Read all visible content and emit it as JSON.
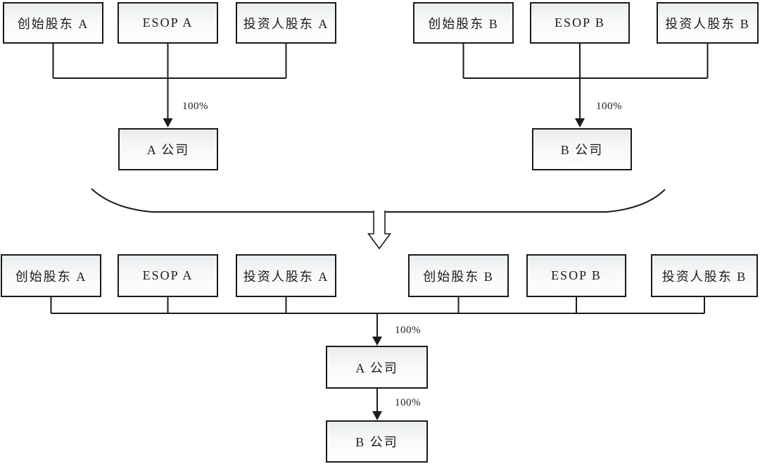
{
  "before": {
    "group_a": {
      "shareholders": [
        "创始股东 A",
        "ESOP A",
        "投资人股东 A"
      ],
      "ownership_label": "100%",
      "company": "A 公司"
    },
    "group_b": {
      "shareholders": [
        "创始股东 B",
        "ESOP B",
        "投资人股东 B"
      ],
      "ownership_label": "100%",
      "company": "B 公司"
    }
  },
  "after": {
    "shareholders": [
      "创始股东 A",
      "ESOP A",
      "投资人股东 A",
      "创始股东 B",
      "ESOP B",
      "投资人股东 B"
    ],
    "parent": {
      "company": "A 公司",
      "ownership_label": "100%"
    },
    "subsidiary": {
      "company": "B 公司",
      "ownership_label": "100%"
    }
  },
  "colors": {
    "line": "#1b1b1b",
    "box_border": "#1b1b1b",
    "box_fill_top": "#e9ecee",
    "box_fill_bottom": "#ffffff",
    "text": "#1b1b1b",
    "background": "#ffffff"
  }
}
